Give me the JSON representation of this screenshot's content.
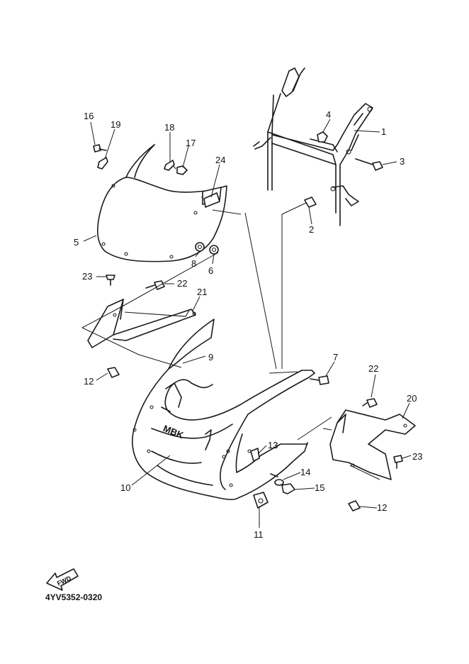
{
  "diagram": {
    "part_numbers": {
      "p1": "1",
      "p2": "2",
      "p3": "3",
      "p4": "4",
      "p5": "5",
      "p6": "6",
      "p7": "7",
      "p8": "8",
      "p9": "9",
      "p10": "10",
      "p11": "11",
      "p12a": "12",
      "p12b": "12",
      "p13": "13",
      "p14": "14",
      "p15": "15",
      "p16": "16",
      "p17": "17",
      "p18": "18",
      "p19": "19",
      "p20": "20",
      "p21": "21",
      "p22a": "22",
      "p22b": "22",
      "p23a": "23",
      "p23b": "23",
      "p24": "24"
    },
    "brand_mark": "MBK",
    "fwd_label": "FWD",
    "drawing_code": "4YV5352-0320"
  }
}
